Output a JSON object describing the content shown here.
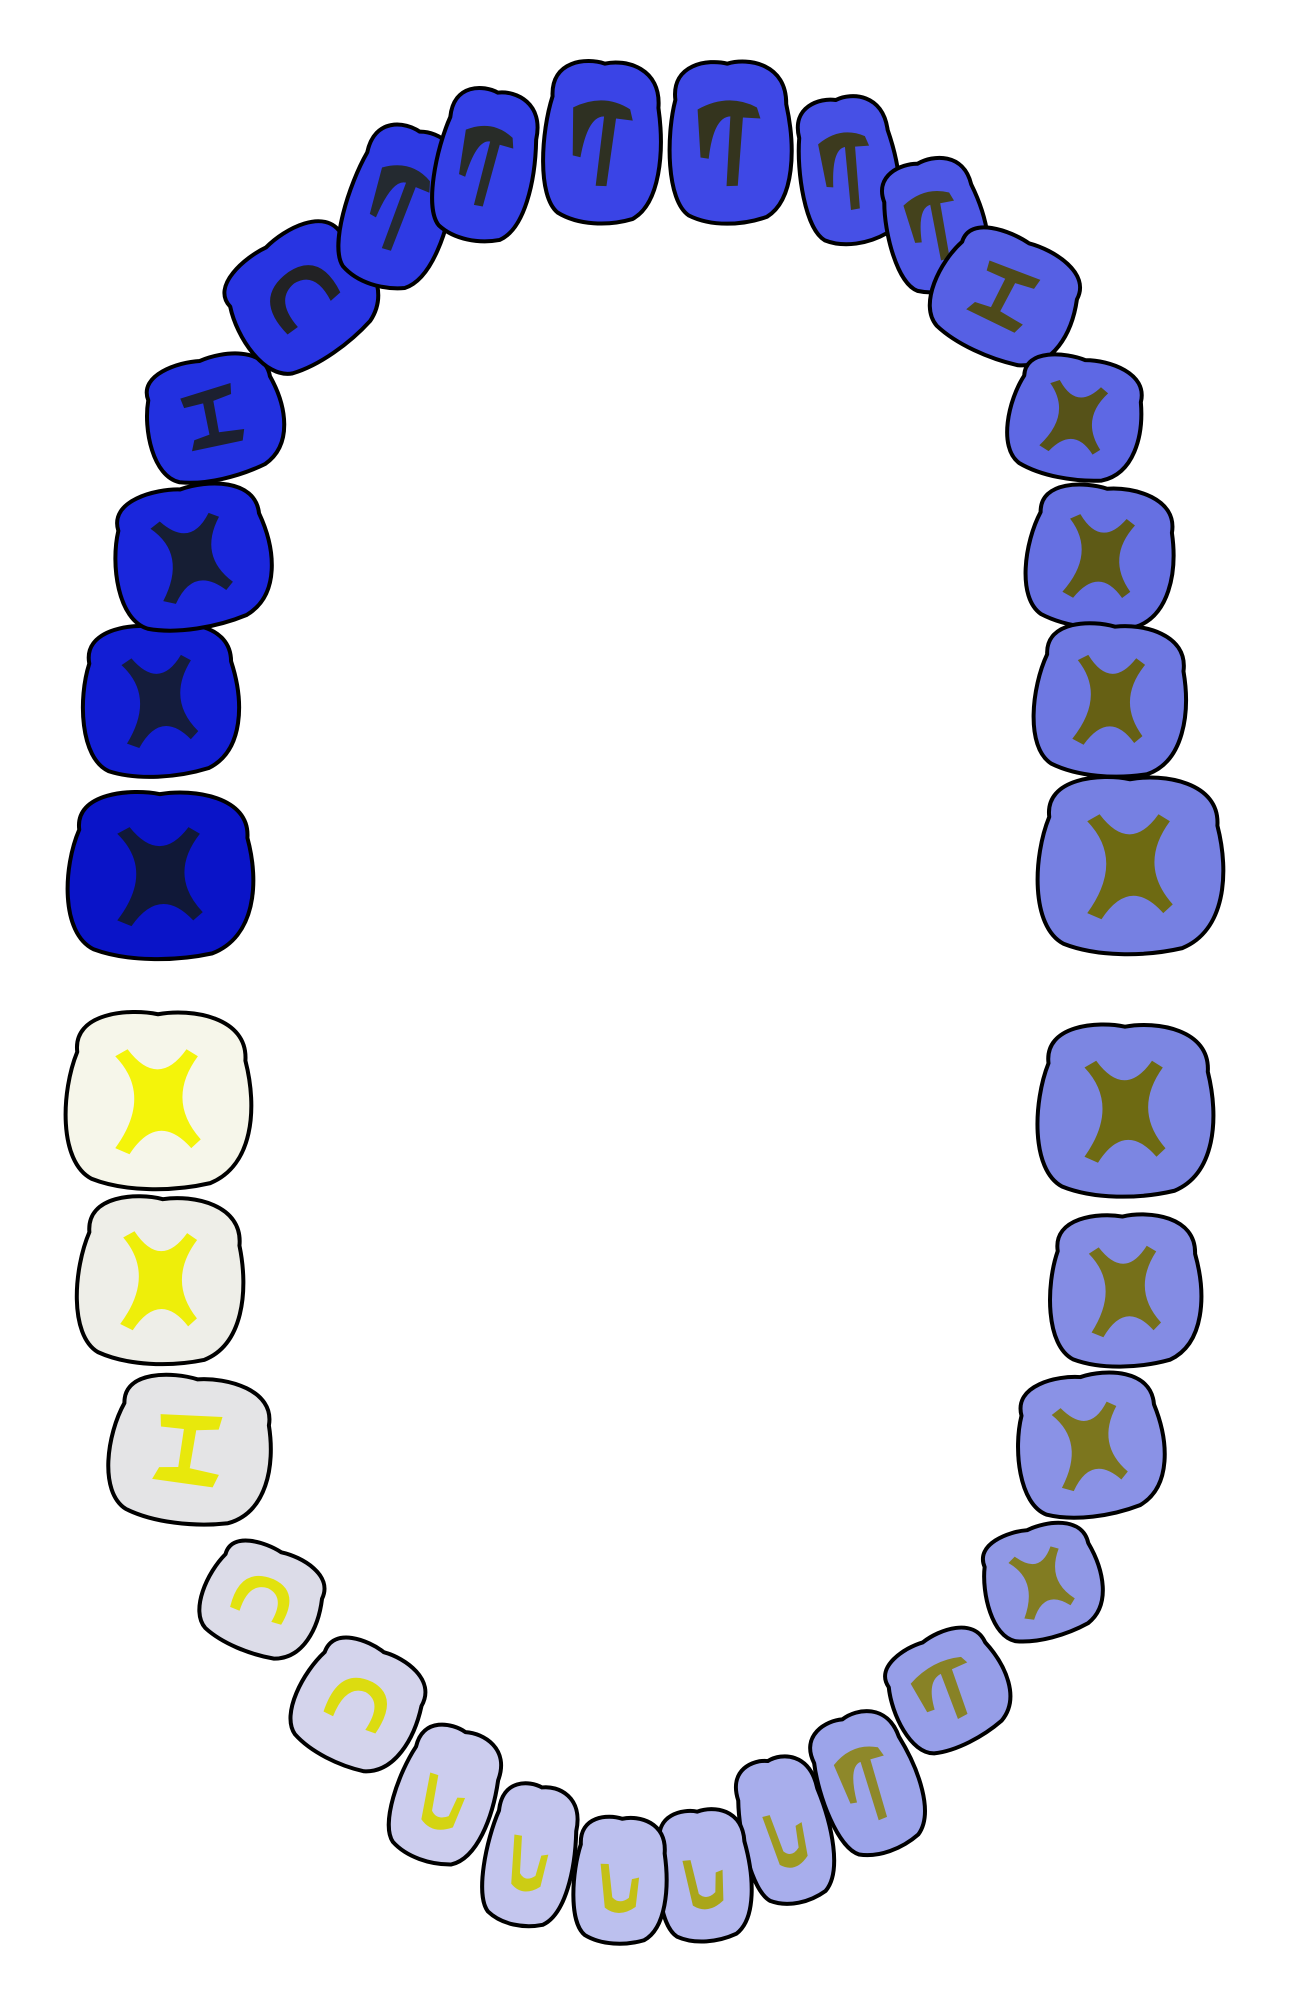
{
  "diagram": {
    "kind": "dental-arch-occlusal-chart",
    "tooth_count": 32,
    "outline_color": "#000000",
    "background": "#ffffff",
    "teeth": [
      {
        "id": "t1",
        "fill": "#0a14c8",
        "groove": "#101838",
        "groove_shape": "x"
      },
      {
        "id": "t2",
        "fill": "#121ed4",
        "groove": "#141c3c",
        "groove_shape": "x"
      },
      {
        "id": "t3",
        "fill": "#1a26dc",
        "groove": "#161e34",
        "groove_shape": "x"
      },
      {
        "id": "t4",
        "fill": "#2230e0",
        "groove": "#1c2030",
        "groove_shape": "h"
      },
      {
        "id": "t5",
        "fill": "#2834e2",
        "groove": "#222224",
        "groove_shape": "arc"
      },
      {
        "id": "t6",
        "fill": "#2e3ae4",
        "groove": "#242a30",
        "groove_shape": "hook"
      },
      {
        "id": "t7",
        "fill": "#3440e6",
        "groove": "#282c28",
        "groove_shape": "hook"
      },
      {
        "id": "t8",
        "fill": "#3a44e6",
        "groove": "#2e3022",
        "groove_shape": "hook"
      },
      {
        "id": "t9",
        "fill": "#3e48e6",
        "groove": "#34341e",
        "groove_shape": "hook"
      },
      {
        "id": "t10",
        "fill": "#4650e6",
        "groove": "#3c3a1e",
        "groove_shape": "hook"
      },
      {
        "id": "t11",
        "fill": "#4e58e6",
        "groove": "#44421c",
        "groove_shape": "hook"
      },
      {
        "id": "t12",
        "fill": "#5660e4",
        "groove": "#4e4a1a",
        "groove_shape": "h"
      },
      {
        "id": "t13",
        "fill": "#5e68e4",
        "groove": "#565218",
        "groove_shape": "x"
      },
      {
        "id": "t14",
        "fill": "#6670e2",
        "groove": "#5e5a16",
        "groove_shape": "x"
      },
      {
        "id": "t15",
        "fill": "#6e78e2",
        "groove": "#666014",
        "groove_shape": "x"
      },
      {
        "id": "t16",
        "fill": "#7680e2",
        "groove": "#6e6a12",
        "groove_shape": "x"
      },
      {
        "id": "t17",
        "fill": "#7c86e2",
        "groove": "#6e6a12",
        "groove_shape": "x"
      },
      {
        "id": "t18",
        "fill": "#848ce4",
        "groove": "#76701a",
        "groove_shape": "x"
      },
      {
        "id": "t19",
        "fill": "#8a92e6",
        "groove": "#7c761e",
        "groove_shape": "x"
      },
      {
        "id": "t20",
        "fill": "#9098e6",
        "groove": "#827c22",
        "groove_shape": "x"
      },
      {
        "id": "t21",
        "fill": "#969ee8",
        "groove": "#888226",
        "groove_shape": "hook"
      },
      {
        "id": "t22",
        "fill": "#9ca4ea",
        "groove": "#8e882a",
        "groove_shape": "hook"
      },
      {
        "id": "t23",
        "fill": "#a8aeec",
        "groove": "#9e9a20",
        "groove_shape": "cup"
      },
      {
        "id": "t24",
        "fill": "#b4b8ee",
        "groove": "#aaa61a",
        "groove_shape": "cup"
      },
      {
        "id": "t25",
        "fill": "#bcc0ee",
        "groove": "#c4c016",
        "groove_shape": "cup"
      },
      {
        "id": "t26",
        "fill": "#c4c6ee",
        "groove": "#cccc14",
        "groove_shape": "cup"
      },
      {
        "id": "t27",
        "fill": "#cccdee",
        "groove": "#d4d412",
        "groove_shape": "cup"
      },
      {
        "id": "t28",
        "fill": "#d4d4ec",
        "groove": "#dcdc10",
        "groove_shape": "arc"
      },
      {
        "id": "t29",
        "fill": "#dcdce8",
        "groove": "#e2e20e",
        "groove_shape": "arc"
      },
      {
        "id": "t30",
        "fill": "#e4e4e6",
        "groove": "#e8e80c",
        "groove_shape": "h"
      },
      {
        "id": "t31",
        "fill": "#eeeee8",
        "groove": "#eeee0a",
        "groove_shape": "x"
      },
      {
        "id": "t32",
        "fill": "#f6f6ea",
        "groove": "#f4f40a",
        "groove_shape": "x"
      }
    ]
  }
}
